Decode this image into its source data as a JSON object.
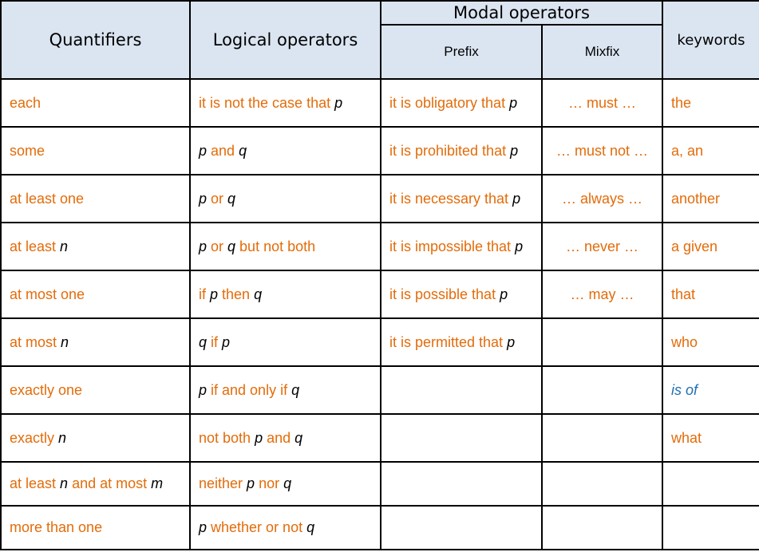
{
  "header": {
    "quantifiers": "Quantifiers",
    "logical_operators": "Logical operators",
    "modal_operators": "Modal operators",
    "prefix": "Prefix",
    "mixfix": "Mixfix",
    "keywords": "keywords"
  },
  "colors": {
    "header_bg": "#dbe5f1",
    "term_text": "#e36c0a",
    "variable_text": "#000000",
    "special_keyword": "#1f6fb4",
    "border": "#000000"
  },
  "rows": [
    {
      "quantifier": [
        {
          "t": "each"
        }
      ],
      "logical": [
        {
          "t": "it is not the case that "
        },
        {
          "v": "p"
        }
      ],
      "prefix": [
        {
          "t": "it is obligatory that "
        },
        {
          "v": "p"
        }
      ],
      "mixfix": [
        {
          "t": "… must …"
        }
      ],
      "keyword": [
        {
          "t": "the"
        }
      ]
    },
    {
      "quantifier": [
        {
          "t": "some"
        }
      ],
      "logical": [
        {
          "v": "p"
        },
        {
          "t": " and "
        },
        {
          "v": "q"
        }
      ],
      "prefix": [
        {
          "t": "it is prohibited that "
        },
        {
          "v": "p"
        }
      ],
      "mixfix": [
        {
          "t": "… must not …"
        }
      ],
      "keyword": [
        {
          "t": "a, an"
        }
      ]
    },
    {
      "quantifier": [
        {
          "t": "at least one"
        }
      ],
      "logical": [
        {
          "v": "p"
        },
        {
          "t": " or "
        },
        {
          "v": "q"
        }
      ],
      "prefix": [
        {
          "t": "it is necessary that "
        },
        {
          "v": "p"
        }
      ],
      "mixfix": [
        {
          "t": "… always …"
        }
      ],
      "keyword": [
        {
          "t": "another"
        }
      ]
    },
    {
      "quantifier": [
        {
          "t": "at least "
        },
        {
          "v": "n"
        }
      ],
      "logical": [
        {
          "v": "p"
        },
        {
          "t": " or "
        },
        {
          "v": "q"
        },
        {
          "t": " but not both"
        }
      ],
      "prefix": [
        {
          "t": "it is impossible that "
        },
        {
          "v": "p"
        }
      ],
      "mixfix": [
        {
          "t": "… never …"
        }
      ],
      "keyword": [
        {
          "t": "a given"
        }
      ]
    },
    {
      "quantifier": [
        {
          "t": "at most one"
        }
      ],
      "logical": [
        {
          "t": "if "
        },
        {
          "v": "p"
        },
        {
          "t": " then "
        },
        {
          "v": "q"
        }
      ],
      "prefix": [
        {
          "t": "it is possible that "
        },
        {
          "v": "p"
        }
      ],
      "mixfix": [
        {
          "t": "… may …"
        }
      ],
      "keyword": [
        {
          "t": "that"
        }
      ]
    },
    {
      "quantifier": [
        {
          "t": "at most "
        },
        {
          "v": "n"
        }
      ],
      "logical": [
        {
          "v": "q"
        },
        {
          "t": " if "
        },
        {
          "v": "p"
        }
      ],
      "prefix": [
        {
          "t": "it is permitted that "
        },
        {
          "v": "p"
        }
      ],
      "mixfix": [],
      "keyword": [
        {
          "t": "who"
        }
      ]
    },
    {
      "quantifier": [
        {
          "t": "exactly one"
        }
      ],
      "logical": [
        {
          "v": "p"
        },
        {
          "t": " if and only if "
        },
        {
          "v": "q"
        }
      ],
      "prefix": [],
      "mixfix": [],
      "keyword": [
        {
          "b": "is of"
        }
      ]
    },
    {
      "quantifier": [
        {
          "t": "exactly "
        },
        {
          "v": "n"
        }
      ],
      "logical": [
        {
          "t": "not both "
        },
        {
          "v": "p"
        },
        {
          "t": " and "
        },
        {
          "v": "q"
        }
      ],
      "prefix": [],
      "mixfix": [],
      "keyword": [
        {
          "t": "what"
        }
      ]
    },
    {
      "quantifier": [
        {
          "t": "at least "
        },
        {
          "v": "n"
        },
        {
          "t": " and at most "
        },
        {
          "v": "m"
        }
      ],
      "logical": [
        {
          "t": "neither "
        },
        {
          "v": "p"
        },
        {
          "t": " nor "
        },
        {
          "v": "q"
        }
      ],
      "prefix": [],
      "mixfix": [],
      "keyword": []
    },
    {
      "quantifier": [
        {
          "t": "more than one"
        }
      ],
      "logical": [
        {
          "v": "p"
        },
        {
          "t": " whether or not "
        },
        {
          "v": "q"
        }
      ],
      "prefix": [],
      "mixfix": [],
      "keyword": []
    }
  ]
}
